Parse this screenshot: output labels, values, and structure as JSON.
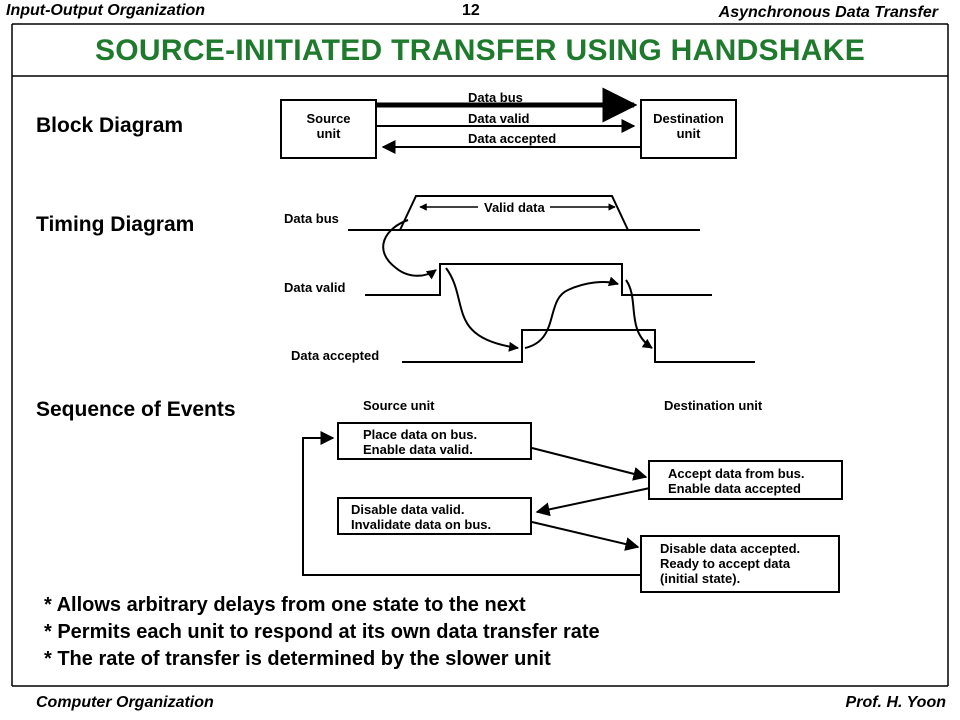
{
  "header": {
    "left": "Input-Output Organization",
    "page_number": "12",
    "right": "Asynchronous Data Transfer"
  },
  "title": "SOURCE-INITIATED  TRANSFER  USING  HANDSHAKE",
  "block_diagram": {
    "heading": "Block Diagram",
    "source": "Source\nunit",
    "destination": "Destination\nunit",
    "signals": [
      "Data bus",
      "Data valid",
      "Data accepted"
    ]
  },
  "timing_diagram": {
    "heading": "Timing Diagram",
    "signals": [
      "Data bus",
      "Data valid",
      "Data accepted"
    ],
    "valid_label": "Valid data"
  },
  "sequence": {
    "heading": "Sequence of Events",
    "source_heading": "Source unit",
    "destination_heading": "Destination unit",
    "steps": [
      "Place data on bus.\nEnable data valid.",
      "Accept data from bus.\nEnable data accepted",
      "Disable data valid.\nInvalidate data on bus.",
      "Disable data accepted.\nReady to accept data\n(initial  state)."
    ]
  },
  "notes": [
    "* Allows arbitrary delays from one state to the next",
    "* Permits each unit to respond at its own data transfer rate",
    "* The rate of transfer is determined by the slower unit"
  ],
  "footer": {
    "left": "Computer Organization",
    "right": "Prof.  H. Yoon"
  }
}
